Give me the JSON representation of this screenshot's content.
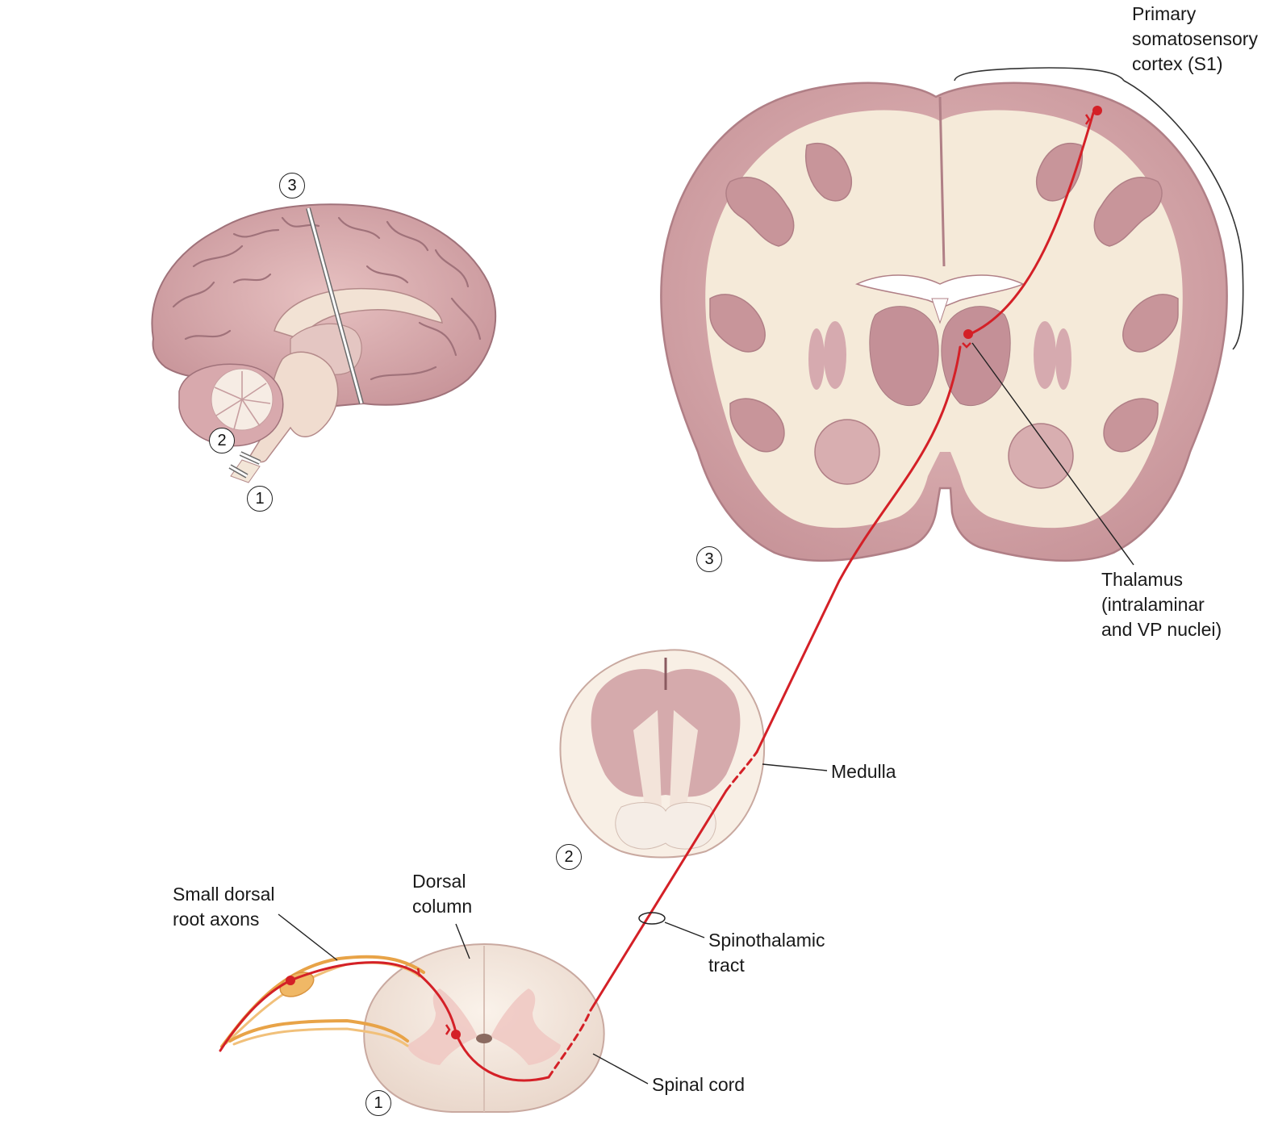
{
  "labels": {
    "s1": [
      "Primary",
      "somatosensory",
      "cortex (S1)"
    ],
    "thalamus": [
      "Thalamus",
      "(intralaminar",
      "and VP nuclei)"
    ],
    "medulla": [
      "Medulla"
    ],
    "spinothalamic": [
      "Spinothalamic",
      "tract"
    ],
    "spinal_cord": [
      "Spinal cord"
    ],
    "dorsal_column": [
      "Dorsal",
      "column"
    ],
    "small_dorsal": [
      "Small dorsal",
      "root axons"
    ]
  },
  "markers": {
    "brain_1": "1",
    "brain_2": "2",
    "brain_3": "3",
    "section_1": "1",
    "section_2": "2",
    "section_3": "3"
  },
  "colors": {
    "pathway": "#d42027",
    "nerve": "#e8a347",
    "tissue_dark": "#c9929a",
    "tissue_light": "#f5e8dc"
  }
}
